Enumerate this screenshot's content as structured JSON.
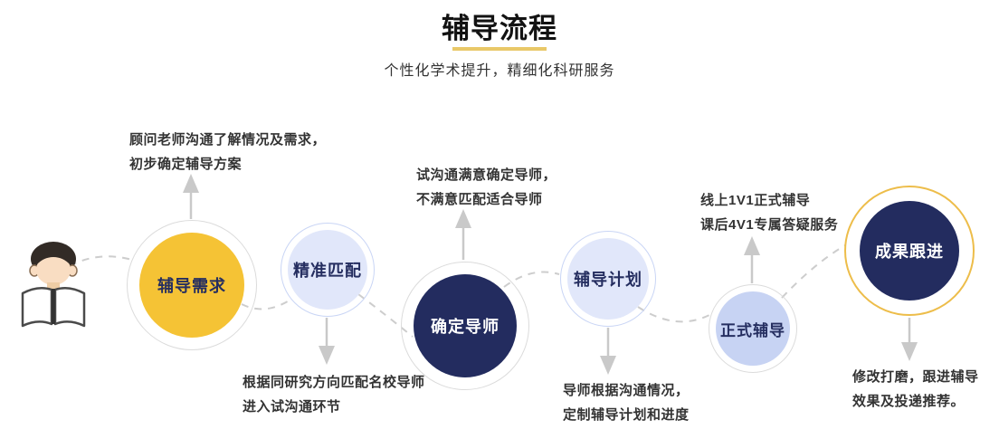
{
  "header": {
    "title": "辅导流程",
    "subtitle": "个性化学术提升，精细化科研服务"
  },
  "steps": [
    {
      "label": "辅导需求",
      "circle_style": "yellow",
      "note_position": "above",
      "note_lines": [
        "顾问老师沟通了解情况及需求，",
        "初步确定辅导方案"
      ]
    },
    {
      "label": "精准匹配",
      "circle_style": "lavender",
      "note_position": "below",
      "note_lines": [
        "根据同研究方向匹配名校导师",
        "进入试沟通环节"
      ]
    },
    {
      "label": "确定导师",
      "circle_style": "navy",
      "note_position": "above",
      "note_lines": [
        "试沟通满意确定导师，",
        "不满意匹配适合导师"
      ]
    },
    {
      "label": "辅导计划",
      "circle_style": "lavender",
      "note_position": "below",
      "note_lines": [
        "导师根据沟通情况，",
        "定制辅导计划和进度"
      ]
    },
    {
      "label": "正式辅导",
      "circle_style": "periwinkle",
      "note_position": "above",
      "note_lines": [
        "线上1V1正式辅导",
        "课后4V1专属答疑服务"
      ]
    },
    {
      "label": "成果跟进",
      "circle_style": "navy-gold-ring",
      "note_position": "below",
      "note_lines": [
        "修改打磨，跟进辅导",
        "效果及投递推荐。"
      ]
    }
  ],
  "icons": {
    "person": "person-reading-book-icon"
  },
  "colors": {
    "accent_yellow": "#F5C335",
    "navy": "#232C5F",
    "lavender_fill": "#E1E7FA",
    "periwinkle_fill": "#C7D3F3",
    "blue_ring": "#C9D5F5",
    "gray_ring": "#DBDBDB",
    "gold_ring": "#EDBD4A",
    "underline_gold": "#E9C868",
    "connector_gray": "#CDCDCD",
    "arrow_gray": "#C9C9C9",
    "note_text": "#333333"
  }
}
